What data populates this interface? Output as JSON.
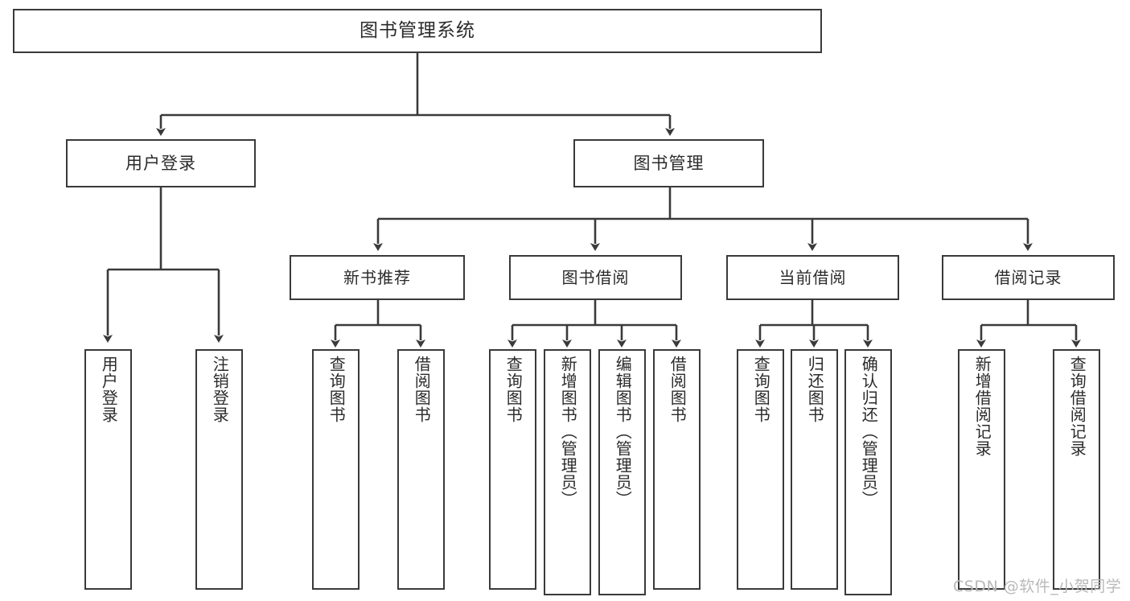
{
  "diagram": {
    "title": "图书管理系统",
    "type": "tree",
    "watermark": "CSDN @软件_小贺同学",
    "colors": {
      "stroke": "#3a3a3a",
      "text": "#2b2b2b",
      "background": "#ffffff",
      "watermark": "#b9b9b9"
    },
    "nodes": {
      "root": {
        "label": "图书管理系统",
        "level": 0
      },
      "level1": [
        {
          "id": "user-login",
          "label": "用户登录"
        },
        {
          "id": "book-manage",
          "label": "图书管理"
        }
      ],
      "level2": [
        {
          "id": "new-book-recommend",
          "label": "新书推荐"
        },
        {
          "id": "book-borrow",
          "label": "图书借阅"
        },
        {
          "id": "current-borrow",
          "label": "当前借阅"
        },
        {
          "id": "borrow-record",
          "label": "借阅记录"
        }
      ],
      "leaves": {
        "user_login": [
          {
            "id": "leaf-user-login",
            "label": "用户登录"
          },
          {
            "id": "leaf-user-logout",
            "label": "注销登录"
          }
        ],
        "new_book_recommend": [
          {
            "id": "leaf-query-book-1",
            "label": "查询图书"
          },
          {
            "id": "leaf-borrow-book-1",
            "label": "借阅图书"
          }
        ],
        "book_borrow": [
          {
            "id": "leaf-query-book-2",
            "label": "查询图书"
          },
          {
            "id": "leaf-add-book",
            "label": "新增图书（管理员）"
          },
          {
            "id": "leaf-edit-book",
            "label": "编辑图书（管理员）"
          },
          {
            "id": "leaf-borrow-book-2",
            "label": "借阅图书"
          }
        ],
        "current_borrow": [
          {
            "id": "leaf-query-book-3",
            "label": "查询图书"
          },
          {
            "id": "leaf-return-book",
            "label": "归还图书"
          },
          {
            "id": "leaf-confirm-return",
            "label": "确认归还（管理员）"
          }
        ],
        "borrow_record": [
          {
            "id": "leaf-add-record",
            "label": "新增借阅记录"
          },
          {
            "id": "leaf-query-record",
            "label": "查询借阅记录"
          }
        ]
      }
    }
  }
}
